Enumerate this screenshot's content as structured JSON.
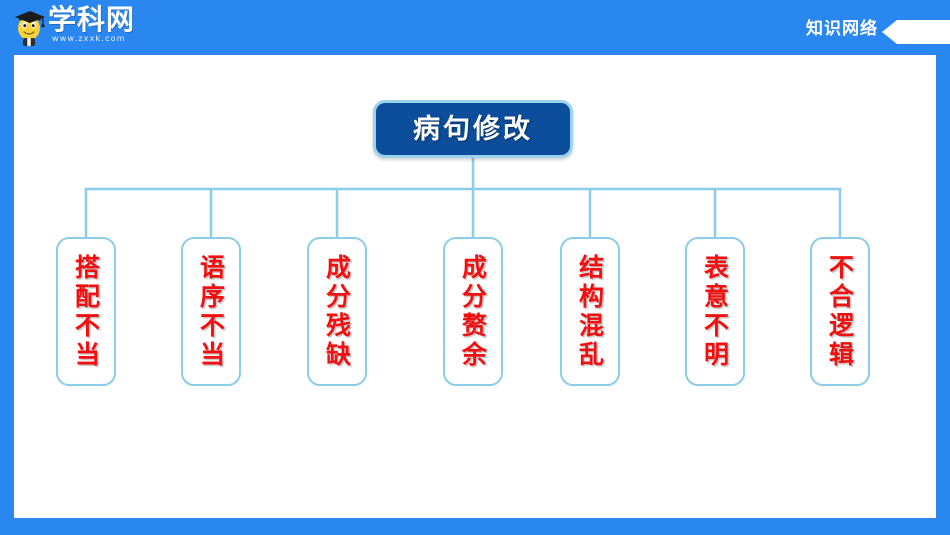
{
  "header": {
    "brand_name": "学科网",
    "brand_url": "www.zxxk.com",
    "section_title": "知识网络",
    "background_color": "#2b87f0",
    "pennant_color": "#ffffff"
  },
  "diagram": {
    "type": "tree",
    "root": {
      "label": "病句修改",
      "fill_color": "#0c4d9c",
      "border_color": "#9ad3ec",
      "text_color": "#ffffff"
    },
    "connector_color": "#8ccde8",
    "leaf_style": {
      "border_color": "#8ccde8",
      "fill_color": "#ffffff",
      "text_color": "#f20f0f"
    },
    "leaves": [
      {
        "label": "搭配不当"
      },
      {
        "label": "语序不当"
      },
      {
        "label": "成分残缺"
      },
      {
        "label": "成分赘余"
      },
      {
        "label": "结构混乱"
      },
      {
        "label": "表意不明"
      },
      {
        "label": "不合逻辑"
      }
    ]
  }
}
